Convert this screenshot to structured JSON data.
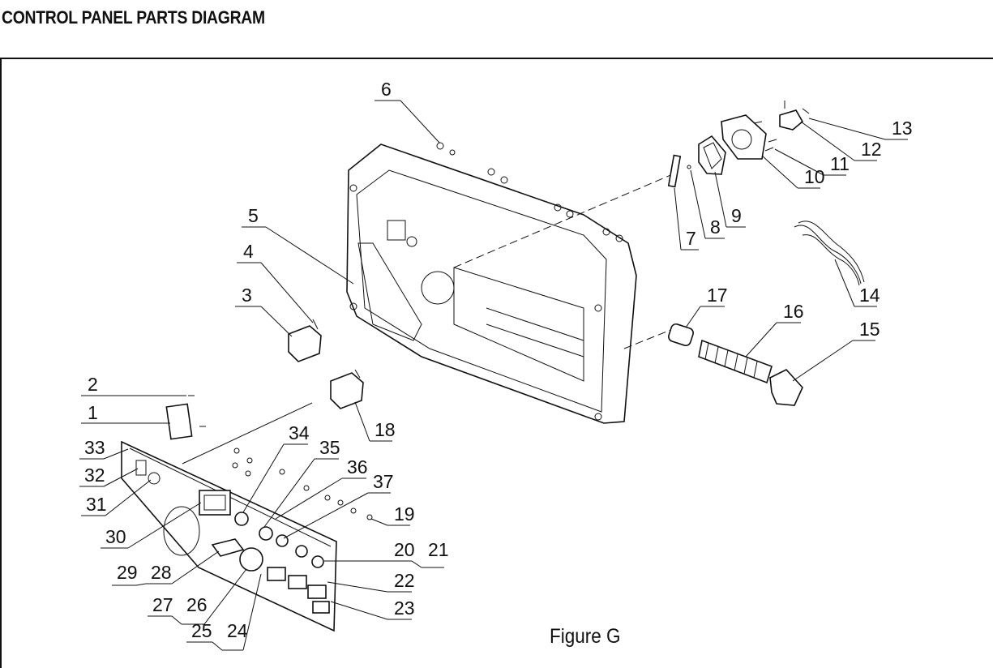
{
  "title": "CONTROL PANEL PARTS DIAGRAM",
  "figure_label": "Figure G",
  "callouts": [
    "1",
    "2",
    "3",
    "4",
    "5",
    "6",
    "7",
    "8",
    "9",
    "10",
    "11",
    "12",
    "13",
    "14",
    "15",
    "16",
    "17",
    "18",
    "19",
    "20",
    "21",
    "22",
    "23",
    "24",
    "25",
    "26",
    "27",
    "28",
    "29",
    "30",
    "31",
    "32",
    "33",
    "34",
    "35",
    "36",
    "37"
  ]
}
